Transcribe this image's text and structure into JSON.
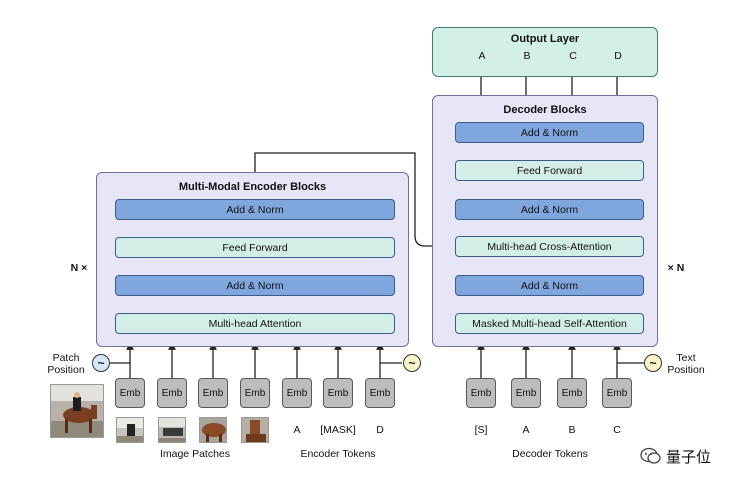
{
  "output_layer": {
    "title": "Output Layer",
    "labels": [
      "A",
      "B",
      "C",
      "D"
    ]
  },
  "decoder": {
    "title": "Decoder Blocks",
    "add_norm_1": "Add & Norm",
    "feed_forward": "Feed Forward",
    "add_norm_2": "Add & Norm",
    "cross_attention": "Multi-head Cross-Attention",
    "add_norm_3": "Add & Norm",
    "self_attention": "Masked Multi-head Self-Attention",
    "repeat": "× N"
  },
  "encoder": {
    "title": "Multi-Modal Encoder Blocks",
    "add_norm_1": "Add & Norm",
    "feed_forward": "Feed Forward",
    "add_norm_2": "Add & Norm",
    "attention": "Multi-head Attention",
    "repeat": "N ×"
  },
  "emb_label": "Emb",
  "tilde": "~",
  "patch_position": "Patch\nPosition",
  "text_position": "Text\nPosition",
  "encoder_tokens": [
    "A",
    "[MASK]",
    "D"
  ],
  "decoder_tokens": [
    "[S]",
    "A",
    "B",
    "C"
  ],
  "group_labels": {
    "image_patches": "Image Patches",
    "encoder_tokens": "Encoder Tokens",
    "decoder_tokens": "Decoder Tokens"
  },
  "watermark": "量子位",
  "colors": {
    "norm": "#7fa6dd",
    "ff": "#d2eee6",
    "block": "#e6e6f6",
    "output": "#d4efe7",
    "emb": "#bdbdbd"
  }
}
